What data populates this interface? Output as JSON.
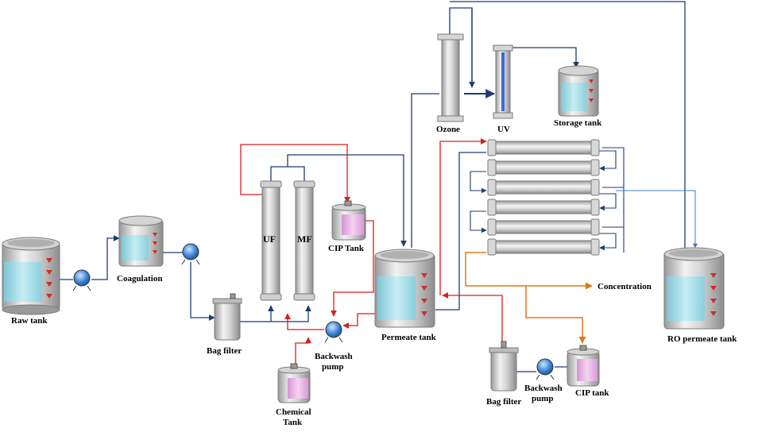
{
  "labels": {
    "raw_tank": "Raw tank",
    "coagulation": "Coagulation",
    "bag_filter_left": "Bag filter",
    "uf": "UF",
    "mf": "MF",
    "cip_tank_left": "CIP Tank",
    "backwash_pump_left_1": "Backwash",
    "backwash_pump_left_2": "pump",
    "chemical_tank_1": "Chemical",
    "chemical_tank_2": "Tank",
    "permeate_tank": "Permeate tank",
    "ozone": "Ozone",
    "uv": "UV",
    "storage_tank": "Storage tank",
    "concentration": "Concentration",
    "ro_permeate_tank": "RO permeate tank",
    "bag_filter_right": "Bag filter",
    "backwash_pump_right_1": "Backwash",
    "backwash_pump_right_2": "pump",
    "cip_tank_right": "CIP tank"
  },
  "colors": {
    "process_line": "#1f3b73",
    "backwash_line": "#d81e1e",
    "concentrate_line": "#e07a1a",
    "ro_permeate_line": "#3a7fc1",
    "water": "#a9dce6",
    "chemical": "#e8b4e4",
    "tank_body": "#c8c8c8",
    "pump_blue": "#3b84d8"
  }
}
